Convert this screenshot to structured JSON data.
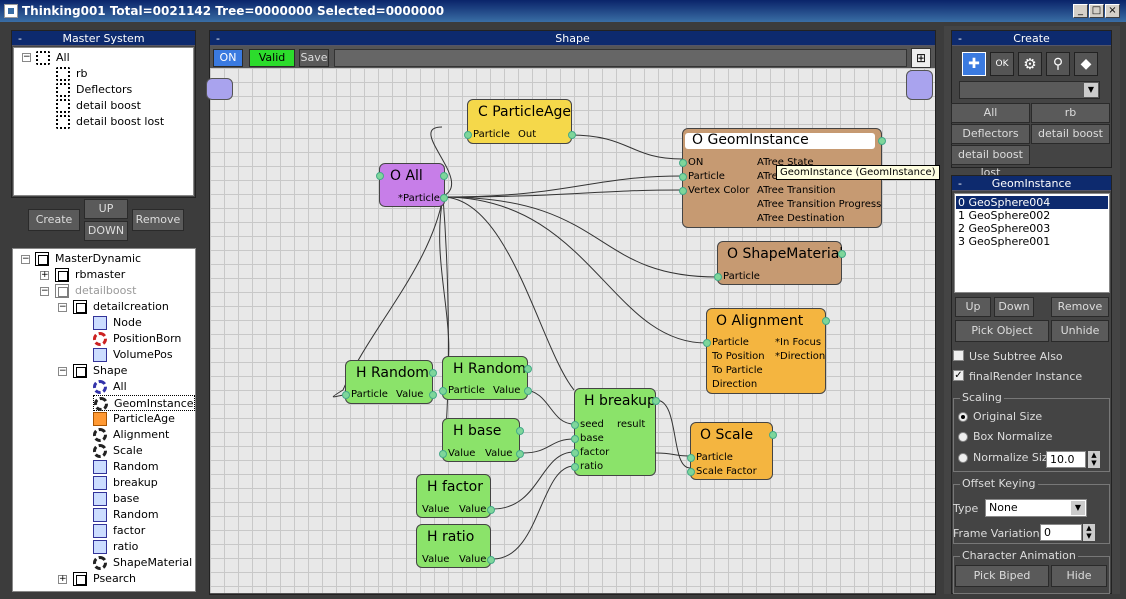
{
  "window": {
    "title": "Thinking001  Total=0021142  Tree=0000000  Selected=0000000"
  },
  "master_system": {
    "header": "Master System",
    "items": [
      {
        "label": "All",
        "icon": "network-icon"
      },
      {
        "label": "rb",
        "icon": "network-icon"
      },
      {
        "label": "Deflectors",
        "icon": "network-icon"
      },
      {
        "label": "detail boost",
        "icon": "network-icon"
      },
      {
        "label": "detail boost lost",
        "icon": "network-icon"
      }
    ]
  },
  "mid_buttons": {
    "create": "Create",
    "up": "UP",
    "down": "DOWN",
    "remove": "Remove"
  },
  "dynamic_tree": [
    "MasterDynamic",
    "rbmaster",
    "detailboost",
    "detailcreation",
    "Node",
    "PositionBorn",
    "VolumePos",
    "Shape",
    "All",
    "GeomInstance",
    "ParticleAge",
    "Alignment",
    "Scale",
    "Random",
    "breakup",
    "base",
    "Random",
    "factor",
    "ratio",
    "ShapeMaterial",
    "Psearch"
  ],
  "shape_panel": {
    "header": "Shape",
    "on_label": "ON",
    "valid_label": "Valid",
    "save_label": "Save",
    "tooltip": "GeomInstance (GeomInstance)"
  },
  "nodes": {
    "particle_age": {
      "title": "C ParticleAge",
      "in": "Particle",
      "out": "Out"
    },
    "geom_instance": {
      "title": "O GeomInstance",
      "in1": "ON",
      "in2": "Particle",
      "in3": "Vertex Color",
      "o1": "ATree State",
      "o2": "ATre",
      "o3": "ATree Transition",
      "o4": "ATree Transition Progress",
      "o5": "ATree Destination"
    },
    "all": {
      "title": "O All",
      "out": "*Particle"
    },
    "shape_material": {
      "title": "O ShapeMaterial",
      "in": "Particle"
    },
    "alignment": {
      "title": "O Alignment",
      "l1": "Particle",
      "l2": "To Position",
      "l3": "To Particle",
      "l4": "Direction",
      "r1": "*In Focus",
      "r2": "*Direction"
    },
    "random1": {
      "title": "H Random",
      "in": "Particle",
      "out": "Value"
    },
    "random2": {
      "title": "H Random",
      "in": "Particle",
      "out": "Value"
    },
    "base": {
      "title": "H base",
      "in": "Value",
      "out": "Value"
    },
    "breakup": {
      "title": "H breakup",
      "l1": "seed",
      "l2": "base",
      "l3": "factor",
      "l4": "ratio",
      "r1": "result"
    },
    "scale": {
      "title": "O Scale",
      "in1": "Particle",
      "in2": "Scale Factor"
    },
    "factor": {
      "title": "H factor",
      "in": "Value",
      "out": "Value"
    },
    "ratio": {
      "title": "H ratio",
      "in": "Value",
      "out": "Value"
    }
  },
  "create_panel": {
    "header": "Create",
    "tool_icons": [
      "add-node-icon",
      "ok-operator-icon",
      "gear-icon",
      "search-icon",
      "cube-icon"
    ],
    "buttons": [
      "All",
      "rb",
      "Deflectors",
      "detail boost",
      "detail boost lost"
    ]
  },
  "geom_panel": {
    "header": "GeomInstance",
    "list": [
      "0 GeoSphere004",
      "1 GeoSphere002",
      "2 GeoSphere003",
      "3 GeoSphere001"
    ],
    "up": "Up",
    "down": "Down",
    "remove": "Remove",
    "pick_object": "Pick Object",
    "unhide": "Unhide",
    "use_subtree": "Use Subtree Also",
    "final_render": "finalRender Instance",
    "scaling": {
      "label": "Scaling",
      "original": "Original Size",
      "box": "Box Normalize",
      "normalize": "Normalize Size",
      "value": "10.0"
    },
    "offset": {
      "label": "Offset Keying",
      "type_label": "Type",
      "type_value": "None",
      "frame_label": "Frame Variation",
      "frame_value": "0"
    },
    "character": {
      "label": "Character Animation",
      "pick_biped": "Pick Biped",
      "hide": "Hide"
    }
  }
}
